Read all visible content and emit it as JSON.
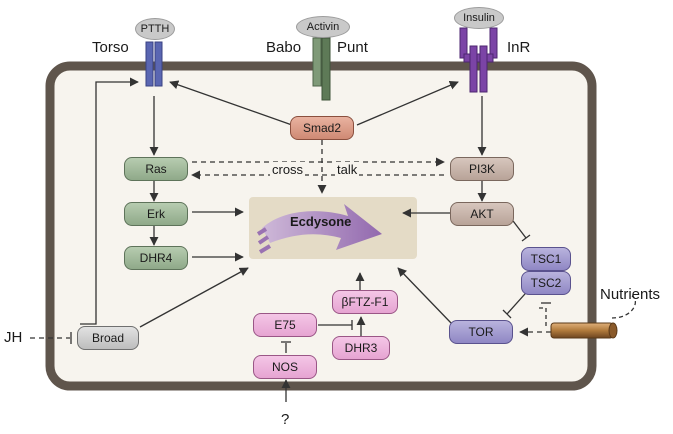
{
  "ligands": {
    "ptth": "PTTH",
    "activin": "Activin",
    "insulin": "Insulin"
  },
  "receptors": {
    "torso": "Torso",
    "babo": "Babo",
    "punt": "Punt",
    "inr": "InR"
  },
  "nodes": {
    "smad2": "Smad2",
    "ras": "Ras",
    "erk": "Erk",
    "dhr4": "DHR4",
    "pi3k": "PI3K",
    "akt": "AKT",
    "tsc1": "TSC1",
    "tsc2": "TSC2",
    "tor": "TOR",
    "broad": "Broad",
    "e75": "E75",
    "nos": "NOS",
    "ftzf1": "βFTZ-F1",
    "dhr3": "DHR3"
  },
  "center": "Ecdysone",
  "crosstalk": {
    "word1": "cross",
    "word2": "talk"
  },
  "external": {
    "jh": "JH",
    "nutrients": "Nutrients",
    "unknown": "?"
  },
  "colors": {
    "cell_border": "#5f554c",
    "cell_fill": "#f7f4ee",
    "ecdysone_box": "#e4dbc6",
    "ecdysone_arrow": "#9a72b2"
  }
}
